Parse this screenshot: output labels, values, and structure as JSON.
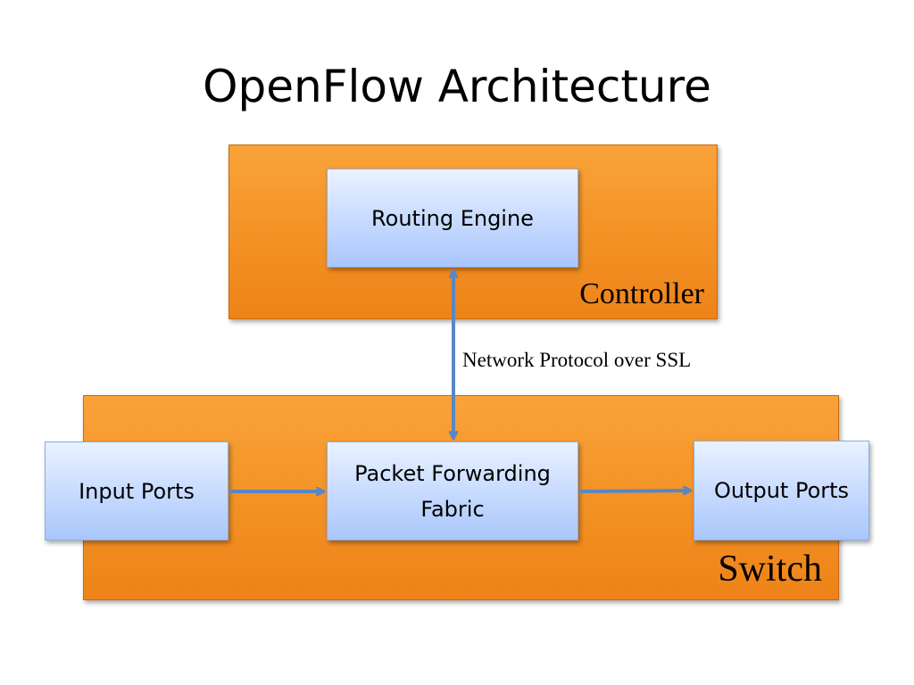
{
  "title": "OpenFlow Architecture",
  "controller": {
    "label": "Controller",
    "routing_engine": "Routing Engine"
  },
  "link_label": "Network Protocol over SSL",
  "switch": {
    "label": "Switch",
    "input_ports": "Input Ports",
    "packet_fabric": "Packet Forwarding Fabric",
    "output_ports": "Output Ports"
  },
  "colors": {
    "container_orange": "#f39124",
    "box_blue": "#c9dcff",
    "arrow_blue": "#5b86c4"
  }
}
